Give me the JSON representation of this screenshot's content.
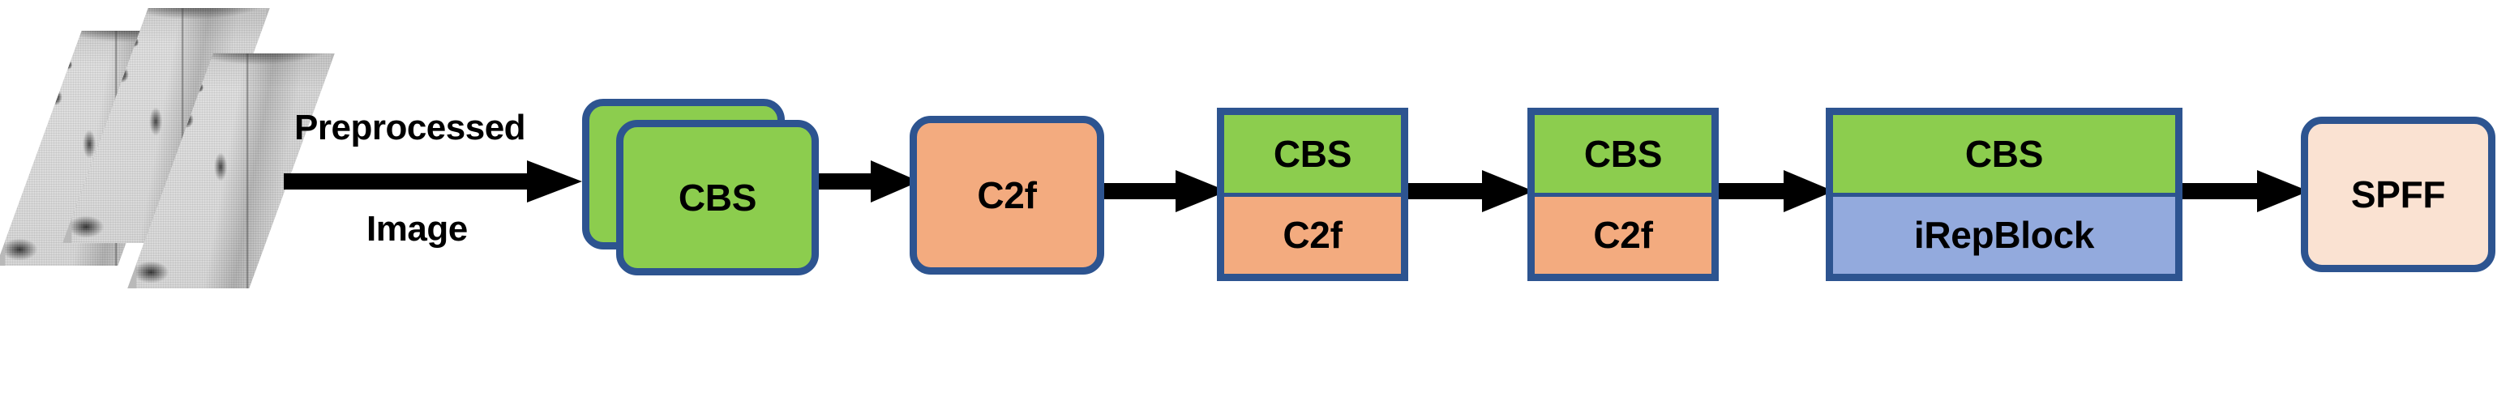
{
  "diagram": {
    "title": "Backbone network pipeline",
    "input": {
      "name": "image-stack",
      "slice_count": 3,
      "description": "stack of three preprocessed grayscale remote-sensing image tiles"
    },
    "labels": {
      "preprocessed": "Preprocessed",
      "image": "Image"
    },
    "colors": {
      "border": "#2d5490",
      "green": "#8ccd4e",
      "orange": "#f3ab7f",
      "blue": "#93aadd",
      "peach": "#fae2d2",
      "arrow": "#000000"
    },
    "blocks": [
      {
        "id": "cbs-stack",
        "kind": "stacked-rounded",
        "label": "CBS",
        "fill": "green",
        "copies": 2
      },
      {
        "id": "c2f-solo",
        "kind": "rounded",
        "label": "C2f",
        "fill": "orange"
      },
      {
        "id": "split-1",
        "kind": "split",
        "top_label": "CBS",
        "bottom_label": "C2f",
        "top_fill": "green",
        "bottom_fill": "orange"
      },
      {
        "id": "split-2",
        "kind": "split",
        "top_label": "CBS",
        "bottom_label": "C2f",
        "top_fill": "green",
        "bottom_fill": "orange"
      },
      {
        "id": "split-3",
        "kind": "split",
        "top_label": "CBS",
        "bottom_label": "iRepBlock",
        "top_fill": "green",
        "bottom_fill": "blue"
      },
      {
        "id": "spff",
        "kind": "rounded",
        "label": "SPFF",
        "fill": "peach"
      }
    ],
    "arrows": [
      {
        "id": "arrow-input",
        "from": "image-stack",
        "to": "cbs-stack",
        "label": "Preprocessed Image"
      },
      {
        "id": "arrow-1",
        "from": "cbs-stack",
        "to": "c2f-solo",
        "label": ""
      },
      {
        "id": "arrow-2",
        "from": "c2f-solo",
        "to": "split-1",
        "label": ""
      },
      {
        "id": "arrow-3",
        "from": "split-1",
        "to": "split-2",
        "label": ""
      },
      {
        "id": "arrow-4",
        "from": "split-2",
        "to": "split-3",
        "label": ""
      },
      {
        "id": "arrow-5",
        "from": "split-3",
        "to": "spff",
        "label": ""
      }
    ]
  }
}
